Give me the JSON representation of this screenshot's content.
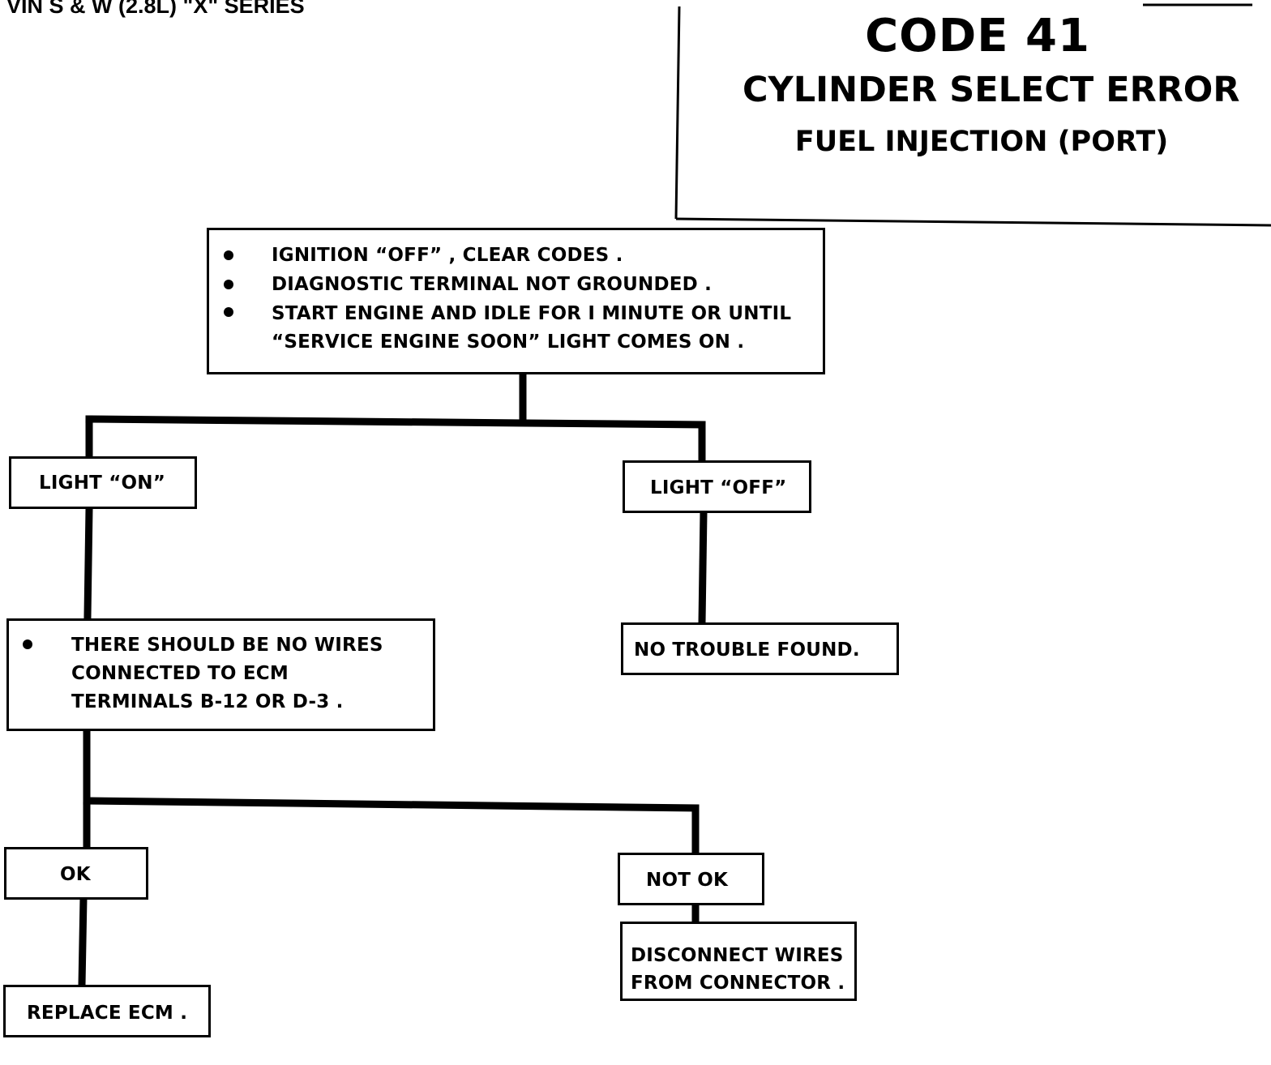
{
  "header": {
    "vin_series": "VIN S & W (2.8L) \"X\" SERIES"
  },
  "title": {
    "code": "CODE 41",
    "error": "CYLINDER SELECT ERROR",
    "system": "FUEL INJECTION (PORT)"
  },
  "steps": {
    "initial": {
      "items": [
        "IGNITION “OFF” , CLEAR CODES .",
        "DIAGNOSTIC TERMINAL NOT GROUNDED .",
        "START ENGINE AND IDLE FOR I MINUTE OR UNTIL",
        "“SERVICE ENGINE SOON” LIGHT COMES ON ."
      ]
    },
    "light_on": "LIGHT “ON”",
    "light_off": "LIGHT “OFF”",
    "no_trouble": "NO TROUBLE FOUND.",
    "check_wires": {
      "lines": [
        "THERE SHOULD BE NO WIRES",
        "CONNECTED TO ECM",
        "TERMINALS B-12 OR D-3 ."
      ]
    },
    "ok": "OK",
    "not_ok": "NOT OK",
    "replace_ecm": "REPLACE ECM .",
    "disconnect": {
      "lines": [
        "DISCONNECT WIRES",
        "FROM CONNECTOR ."
      ]
    }
  }
}
